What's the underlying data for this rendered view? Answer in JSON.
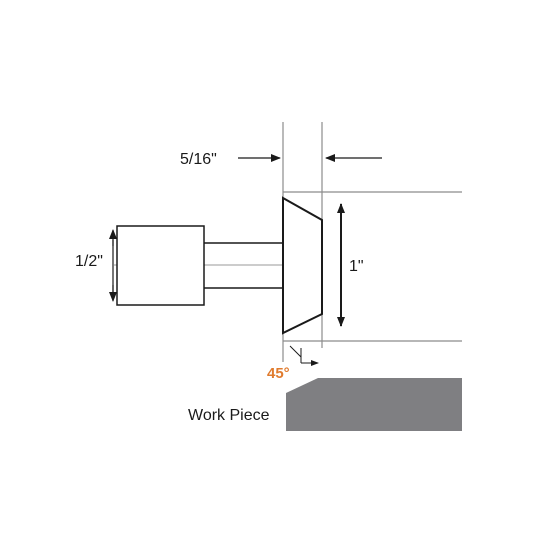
{
  "labels": {
    "top_width": "5/16\"",
    "shank_diameter": "1/2\"",
    "cutter_diameter": "1\"",
    "angle": "45°",
    "work_piece": "Work Piece"
  },
  "colors": {
    "line": "#1a1a1a",
    "guide": "#8c8c8c",
    "center_line": "#9a9a9a",
    "angle_text": "#e07b2e",
    "work_piece_fill": "#7f7f82"
  }
}
